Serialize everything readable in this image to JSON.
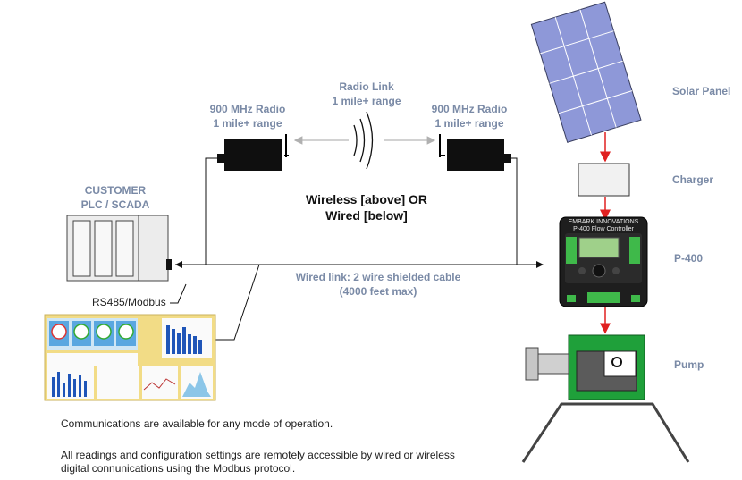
{
  "labels": {
    "radio_left": [
      "900 MHz Radio",
      "1 mile+ range"
    ],
    "radio_link": [
      "Radio Link",
      "1 mile+ range"
    ],
    "radio_right": [
      "900 MHz Radio",
      "1 mile+ range"
    ],
    "solar_panel": "Solar Panel",
    "charger": "Charger",
    "p400": "P-400",
    "pump": "Pump",
    "customer": [
      "CUSTOMER",
      "PLC / SCADA"
    ],
    "wireless_or_wired": [
      "Wireless [above] OR",
      "Wired [below]"
    ],
    "wired_link": [
      "Wired link: 2 wire shielded cable",
      "(4000 feet max)"
    ],
    "rs485": "RS485/Modbus"
  },
  "controller": {
    "brand": "EMBARK INNOVATIONS",
    "model": "P-400 Flow Controller"
  },
  "notes": [
    "Communications are available for any mode of operation.",
    "All readings and configuration settings are remotely accessible by wired or wireless digital connunications using the Modbus protocol."
  ],
  "colors": {
    "label_blue_gray": "#7a8aa6",
    "arrow_red": "#e02020",
    "solar_cell": "#8e98d8",
    "pump_green": "#1fa03a",
    "dashboard_bg": "#f2dc86",
    "dashboard_tile": "#5aa7e0"
  }
}
